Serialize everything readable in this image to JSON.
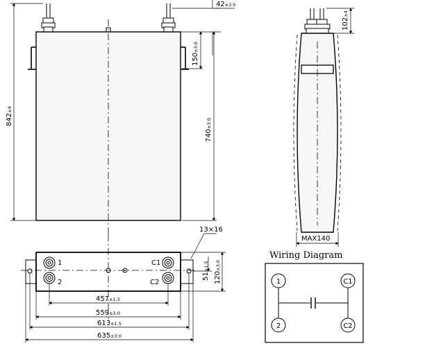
{
  "front_view": {
    "dim_top": {
      "value": "42",
      "tol": "±3.0"
    },
    "dim_upper": {
      "value": "150",
      "tol": "±3.0"
    },
    "dim_height": {
      "value": "842",
      "tol": "±4"
    },
    "dim_body": {
      "value": "740",
      "tol": "±3.0"
    }
  },
  "side_view": {
    "dim_top": {
      "value": "102",
      "tol": "±4"
    },
    "dim_width": {
      "value": "MAX140"
    }
  },
  "top_view": {
    "hole_note": "13×16",
    "terminals": [
      "1",
      "2",
      "C1",
      "C2"
    ],
    "dim_offset": {
      "value": "51",
      "tol": "±1.5"
    },
    "dim_depth": {
      "value": "120",
      "tol": "±3.0"
    },
    "dim_457": {
      "value": "457",
      "tol": "±1.5"
    },
    "dim_559": {
      "value": "559",
      "tol": "±3.0"
    },
    "dim_613": {
      "value": "613",
      "tol": "±1.5"
    },
    "dim_635": {
      "value": "635",
      "tol": "±3.0"
    }
  },
  "wiring": {
    "title": "Wiring Diagram",
    "nodes": [
      "1",
      "C1",
      "2",
      "C2"
    ]
  }
}
